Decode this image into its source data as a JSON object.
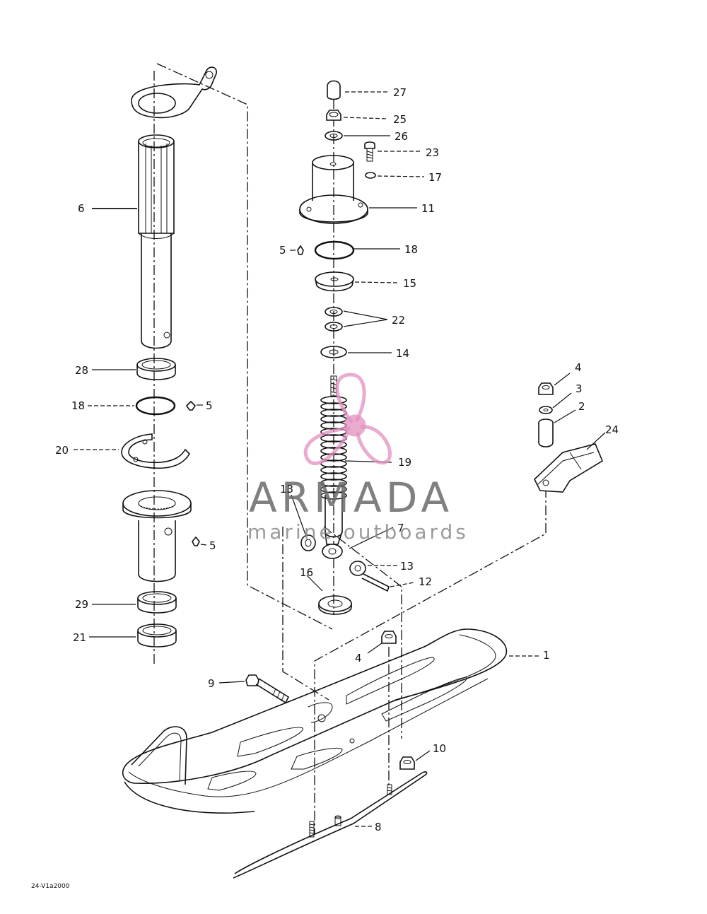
{
  "diagram": {
    "reference_code": "24-V1a2000",
    "watermark": {
      "title": "ARMADA",
      "subtitle": "marine outboards",
      "accent_color": "#e38fc0"
    },
    "callouts": [
      {
        "id": "c27",
        "text": "27"
      },
      {
        "id": "c25",
        "text": "25"
      },
      {
        "id": "c26",
        "text": "26"
      },
      {
        "id": "c23",
        "text": "23"
      },
      {
        "id": "c17",
        "text": "17"
      },
      {
        "id": "c11",
        "text": "11"
      },
      {
        "id": "c5a",
        "text": "5"
      },
      {
        "id": "c18a",
        "text": "18"
      },
      {
        "id": "c15",
        "text": "15"
      },
      {
        "id": "c22",
        "text": "22"
      },
      {
        "id": "c14",
        "text": "14"
      },
      {
        "id": "c6",
        "text": "6"
      },
      {
        "id": "c28",
        "text": "28"
      },
      {
        "id": "c18b",
        "text": "18"
      },
      {
        "id": "c5b",
        "text": "5"
      },
      {
        "id": "c20",
        "text": "20"
      },
      {
        "id": "c5c",
        "text": "5"
      },
      {
        "id": "c29",
        "text": "29"
      },
      {
        "id": "c21",
        "text": "21"
      },
      {
        "id": "c4a",
        "text": "4"
      },
      {
        "id": "c3",
        "text": "3"
      },
      {
        "id": "c2",
        "text": "2"
      },
      {
        "id": "c24",
        "text": "24"
      },
      {
        "id": "c19",
        "text": "19"
      },
      {
        "id": "c13a",
        "text": "13"
      },
      {
        "id": "c7",
        "text": "7"
      },
      {
        "id": "c13b",
        "text": "13"
      },
      {
        "id": "c16",
        "text": "16"
      },
      {
        "id": "c12",
        "text": "12"
      },
      {
        "id": "c4b",
        "text": "4"
      },
      {
        "id": "c1",
        "text": "1"
      },
      {
        "id": "c9",
        "text": "9"
      },
      {
        "id": "c10",
        "text": "10"
      },
      {
        "id": "c8",
        "text": "8"
      }
    ]
  }
}
